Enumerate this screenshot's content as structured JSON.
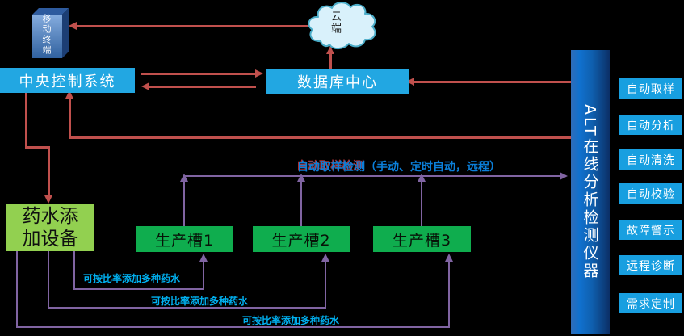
{
  "colors": {
    "background": "#000000",
    "red_line": "#C0504D",
    "purple_line": "#8064A2",
    "cyan_box": "#22A7E2",
    "feature_box": "#189FE0",
    "light_green": "#92D050",
    "green": "#0FAD4E",
    "label_blue": "#00B0F0",
    "sampling_text": "#0B7FD9",
    "alt_box_light": "#1071CF",
    "alt_box_dark": "#0B2F66",
    "cloud_fill": "#D9F1FB",
    "cloud_stroke": "#4AACC8"
  },
  "nodes": {
    "mobile_terminal": {
      "label": "移动终端"
    },
    "cloud": {
      "label": "云端"
    },
    "central_control": {
      "label": "中央控制系统"
    },
    "database_center": {
      "label": "数据库中心"
    },
    "alt_instrument": {
      "label": "ALT在线分析检测仪器"
    },
    "chemical_adder": {
      "label": "药水添加设备"
    },
    "tanks": [
      {
        "label": "生产槽1"
      },
      {
        "label": "生产槽2"
      },
      {
        "label": "生产槽3"
      }
    ],
    "features": [
      {
        "label": "自动取样"
      },
      {
        "label": "自动分析"
      },
      {
        "label": "自动清洗"
      },
      {
        "label": "自动校验"
      },
      {
        "label": "故障警示"
      },
      {
        "label": "远程诊断"
      },
      {
        "label": "需求定制"
      }
    ]
  },
  "annotations": {
    "sampling_primary": "自动取样检测",
    "sampling_secondary": "（手动、定时自动，远程）",
    "chem_labels": [
      {
        "text": "可按比率添加多种药水"
      },
      {
        "text": "可按比率添加多种药水"
      },
      {
        "text": "可按比率添加多种药水"
      }
    ]
  }
}
